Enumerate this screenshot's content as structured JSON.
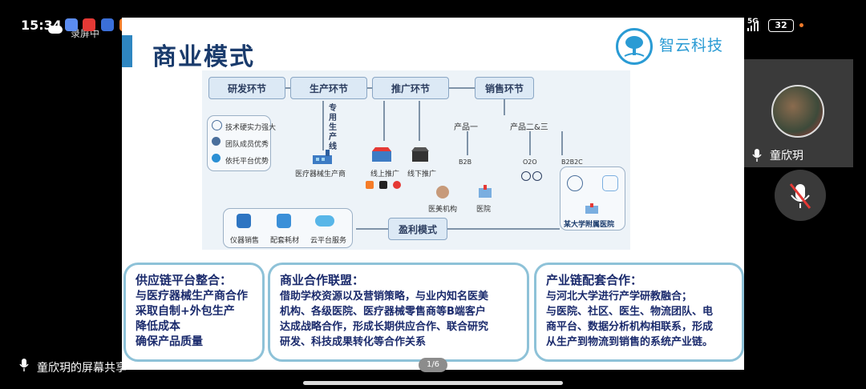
{
  "status_bar": {
    "time": "15:34",
    "recording_text": "录屏中",
    "signal": "5G",
    "battery": "32"
  },
  "slide": {
    "title": "商业模式",
    "logo_text": "智云科技",
    "page": "1/6",
    "stages": [
      "研发环节",
      "生产环节",
      "推广环节",
      "销售环节"
    ],
    "rd_items": [
      "技术硬实力强大",
      "团队成员优秀",
      "依托平台优势"
    ],
    "dedicated_line": "专用生产线",
    "manufacturer": "医疗器械生产商",
    "online_promo": "线上推广",
    "offline_promo": "线下推广",
    "product_one": "产品一",
    "product_two_three": "产品二&三",
    "b2b": "B2B",
    "o2o": "O2O",
    "b2b2c": "B2B2C",
    "med_beauty": "医美机构",
    "hospital": "医院",
    "affiliated_hospital": "某大学附属医院",
    "profit_model": "盈利模式",
    "revenue": [
      "仪器销售",
      "配套耗材",
      "云平台服务"
    ],
    "cards": [
      {
        "title": "供应链平台整合：",
        "lines": [
          "与医疗器械生产商合作",
          "采取自制+外包生产",
          "降低成本",
          "确保产品质量"
        ]
      },
      {
        "title": "商业合作联盟：",
        "lines": [
          "借助学校资源以及营销策略，与业内知名医美",
          "机构、各级医院、医疗器械零售商等B端客户",
          "达成战略合作，形成长期供应合作、联合研究",
          "研发、科技成果转化等合作关系"
        ]
      },
      {
        "title": "产业链配套合作：",
        "lines": [
          "与河北大学进行产学研教融合；",
          "与医院、社区、医生、物流团队、电",
          "商平台、数据分析机构相联系，形成",
          "从生产到物流到销售的系统产业链。"
        ]
      }
    ]
  },
  "participant": {
    "name": "童欣玥"
  },
  "screen_share_label": "童欣玥的屏幕共享"
}
